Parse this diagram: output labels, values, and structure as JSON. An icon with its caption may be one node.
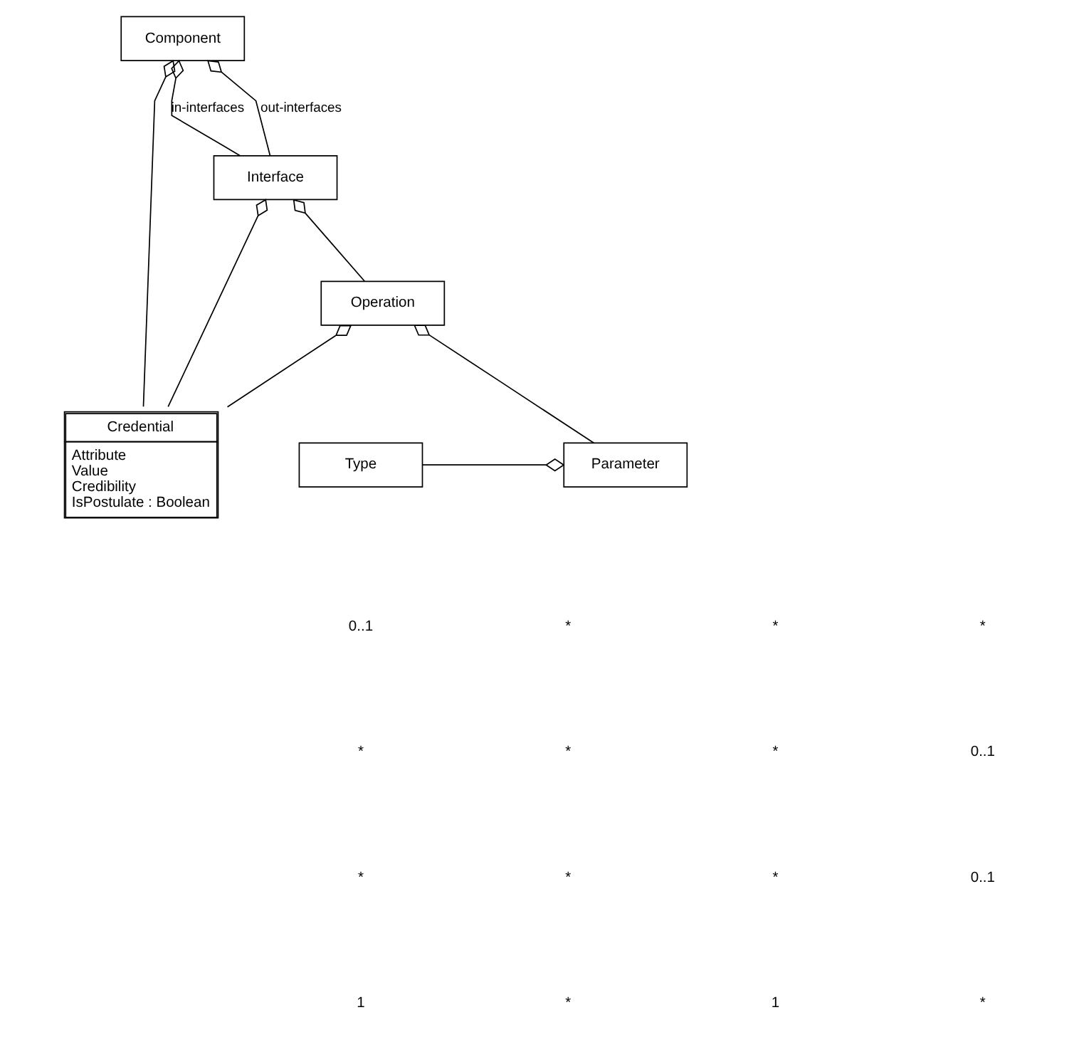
{
  "diagram": {
    "nodes": [
      {
        "text": [
          "Component"
        ]
      },
      {
        "text": [
          "Credential",
          "Attribute",
          "Value",
          "Credibility",
          "IsPostulate : Boolean"
        ]
      },
      {
        "text": [
          "Interface"
        ]
      },
      {
        "text": [
          "Operation"
        ]
      },
      {
        "text": [
          "Type"
        ]
      },
      {
        "text": [
          "Parameter"
        ]
      }
    ],
    "edges": [
      {
        "from": 1,
        "to": 0,
        "arrow": "other"
      },
      {
        "from": 2,
        "to": 0,
        "arrow": "other",
        "label": "in-interfaces"
      },
      {
        "from": 2,
        "to": 0,
        "arrow": "other",
        "label": "out-interfaces"
      },
      {
        "from": 1,
        "to": 2,
        "arrow": "other"
      },
      {
        "from": 3,
        "to": 2,
        "arrow": "other"
      },
      {
        "from": 1,
        "to": 3,
        "arrow": "other"
      },
      {
        "from": 5,
        "to": 3,
        "arrow": "other"
      },
      {
        "from": 4,
        "to": 5,
        "arrow": "other"
      }
    ],
    "labels": [
      "0..1",
      "*",
      "*",
      "*",
      "*",
      "*",
      "*",
      "0..1",
      "*",
      "*",
      "*",
      "0..1",
      "1",
      "*",
      "1",
      "*"
    ]
  }
}
